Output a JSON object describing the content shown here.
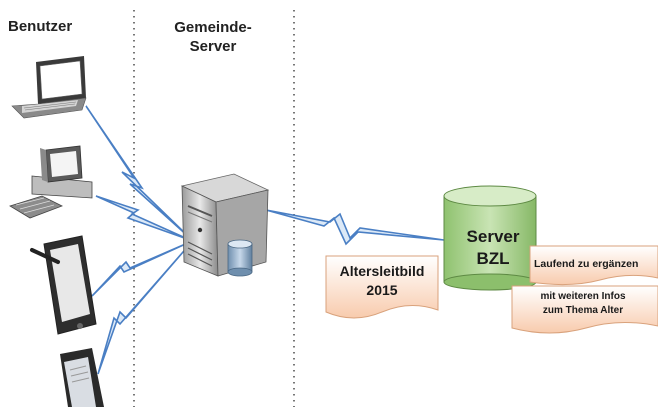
{
  "columns": {
    "user": "Benutzer",
    "server_line1": "Gemeinde-",
    "server_line2": "Server"
  },
  "bzl_server": {
    "line1": "Server",
    "line2": "BZL"
  },
  "documents": {
    "altersleitbild_line1": "Altersleitbild",
    "altersleitbild_line2": "2015",
    "laufend": "Laufend zu ergänzen",
    "infos_line1": "mit weiteren Infos",
    "infos_line2": "zum Thema Alter"
  },
  "colors": {
    "link": "#4a7fc4",
    "cylinder": "#a8d08d",
    "doc_fill": "#f8cbad",
    "divider": "#555555"
  },
  "icons": [
    "laptop-icon",
    "desktop-pc-icon",
    "tablet-icon",
    "smartphone-icon",
    "server-tower-icon",
    "database-icon"
  ]
}
